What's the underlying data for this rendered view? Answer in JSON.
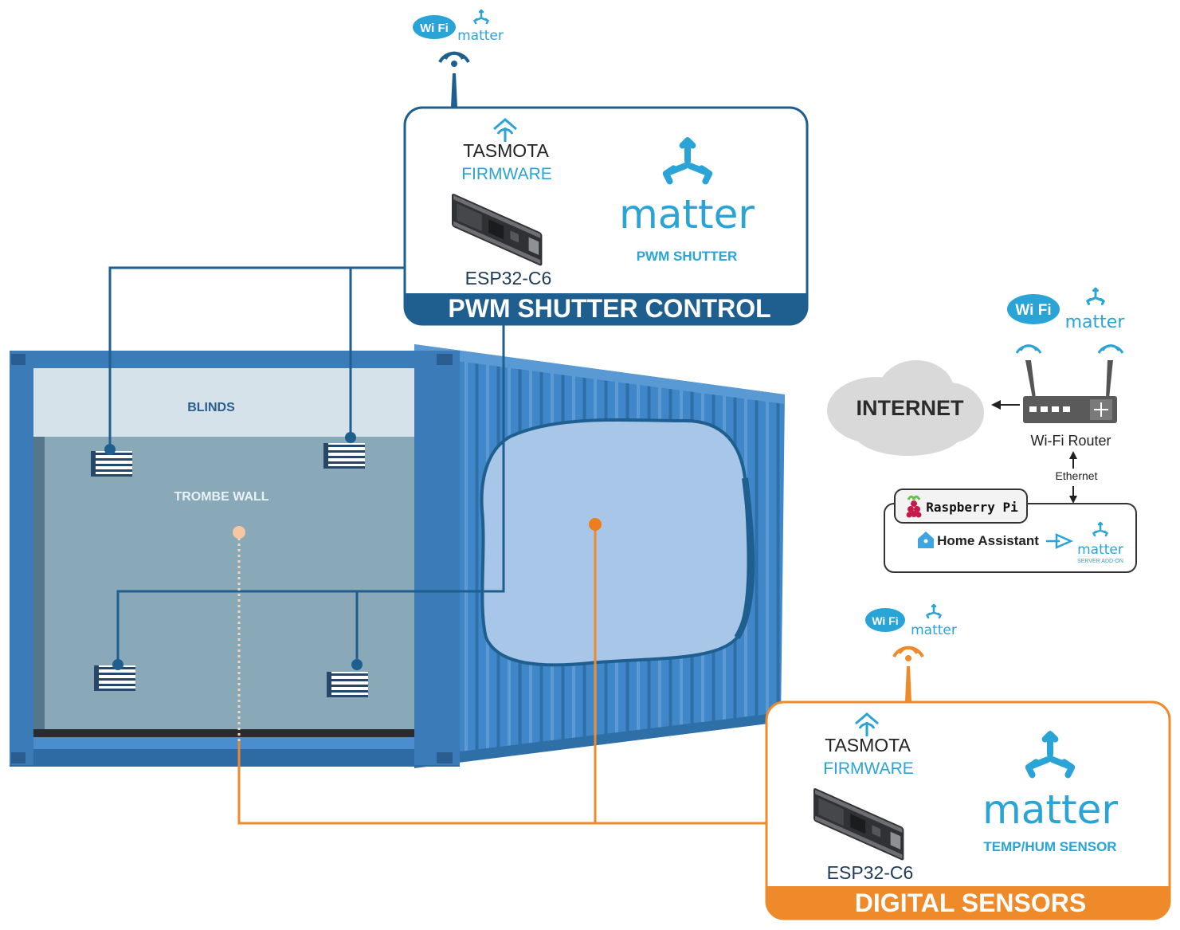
{
  "colors": {
    "blue_box": "#1e5f8f",
    "orange_box": "#ee8a2a",
    "matter_blue": "#2aa3d6",
    "container": "#3f87c9",
    "wall": "#8aa9b8",
    "blinds": "#d6e2ea"
  },
  "shutter_box": {
    "firmware_brand": "TASMOTA",
    "firmware_label": "FIRMWARE",
    "chip_label": "ESP32-C6",
    "matter_word": "matter",
    "device_role": "PWM SHUTTER",
    "title": "PWM SHUTTER CONTROL",
    "badge_wifi": "Wi Fi",
    "badge_matter": "matter"
  },
  "sensor_box": {
    "firmware_brand": "TASMOTA",
    "firmware_label": "FIRMWARE",
    "chip_label": "ESP32-C6",
    "matter_word": "matter",
    "device_role": "TEMP/HUM SENSOR",
    "title": "DIGITAL SENSORS",
    "badge_wifi": "Wi Fi",
    "badge_matter": "matter"
  },
  "container": {
    "blinds_label": "BLINDS",
    "wall_label": "TROMBE WALL"
  },
  "network": {
    "internet_label": "INTERNET",
    "router_label": "Wi-Fi Router",
    "ethernet_label": "Ethernet",
    "rpi_label": "Raspberry Pi",
    "ha_label": "Home Assistant",
    "server_matter": "matter",
    "server_addon": "SERVER ADD-ON",
    "badge_wifi": "Wi Fi",
    "badge_matter": "matter"
  },
  "icons": [
    "wifi-logo-icon",
    "matter-logo-icon",
    "antenna-icon",
    "tasmota-icon",
    "esp32-board-icon",
    "cloud-icon",
    "router-icon",
    "raspberry-pi-icon",
    "home-assistant-icon",
    "arrow-icon",
    "blind-shutter-icon"
  ]
}
